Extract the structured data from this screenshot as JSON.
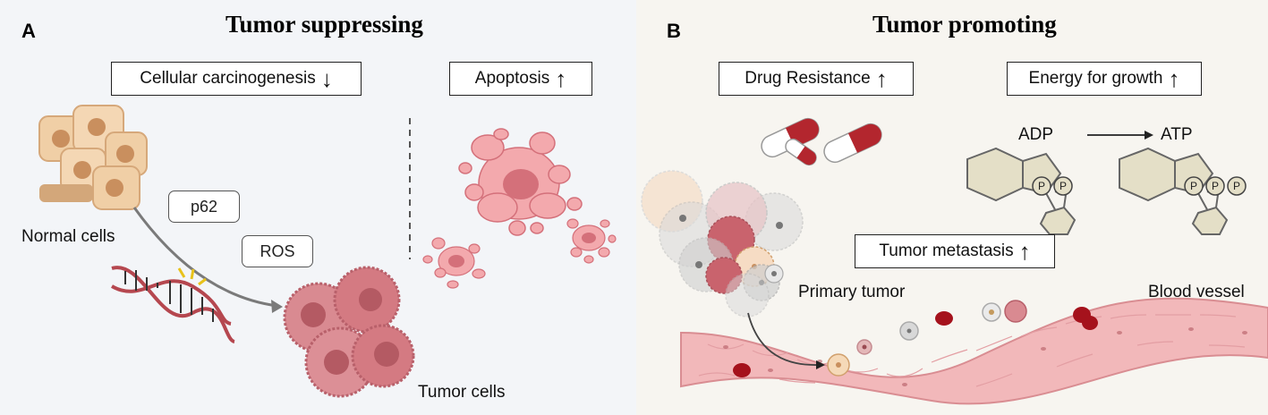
{
  "panel_a": {
    "letter": "A",
    "title": "Tumor suppressing",
    "box_carcinogenesis": "Cellular carcinogenesis",
    "box_carcinogenesis_arrow": "↓",
    "box_apoptosis": "Apoptosis",
    "box_apoptosis_arrow": "↑",
    "label_normal_cells": "Normal cells",
    "label_p62": "p62",
    "label_ros": "ROS",
    "label_tumor_cells": "Tumor cells"
  },
  "panel_b": {
    "letter": "B",
    "title": "Tumor promoting",
    "box_drug_resistance": "Drug Resistance",
    "box_drug_resistance_arrow": "↑",
    "box_energy": "Energy for growth",
    "box_energy_arrow": "↑",
    "label_adp": "ADP",
    "label_atp": "ATP",
    "phosphate": "P",
    "box_metastasis": "Tumor metastasis",
    "box_metastasis_arrow": "↑",
    "label_primary_tumor": "Primary tumor",
    "label_blood_vessel": "Blood vessel"
  },
  "colors": {
    "panel_a_bg": "#f3f5f8",
    "panel_b_bg": "#f7f5f0",
    "normal_cell": "#f0cfa6",
    "normal_nucleus": "#c98f5e",
    "tumor_cell": "#d47a82",
    "apoptosis_pink": "#f3a9ad",
    "capsule_red": "#b3262e",
    "vessel": "#f2b8ba",
    "blood_cell": "#a5121c"
  }
}
